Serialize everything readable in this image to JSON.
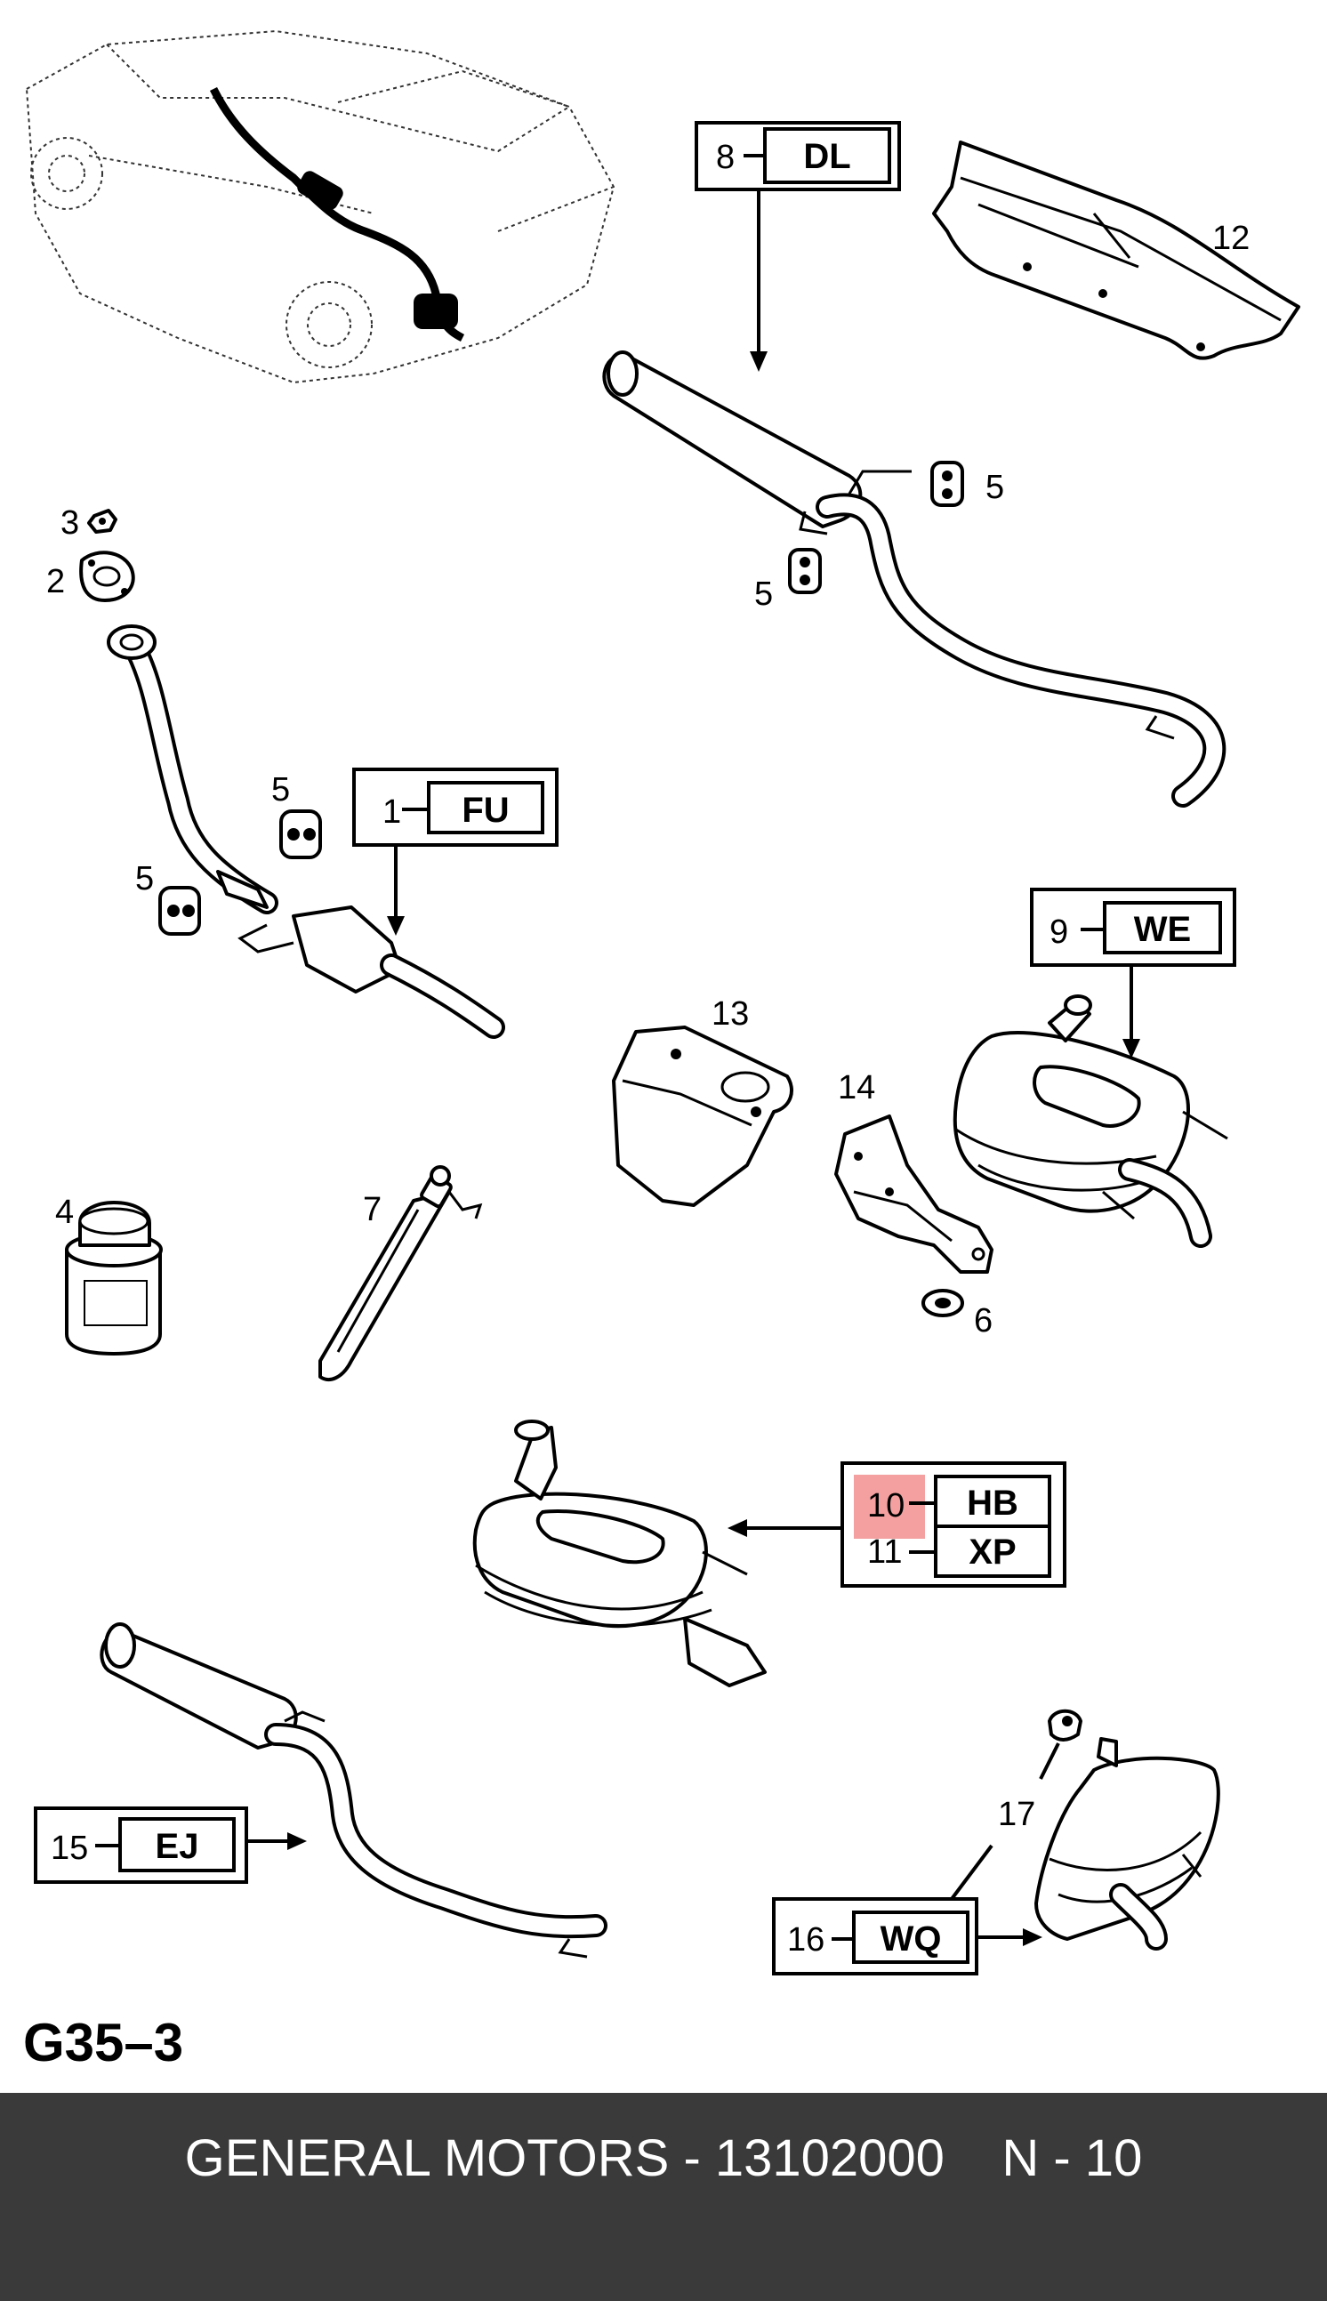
{
  "page_code": "G35–3",
  "footer": {
    "text": "GENERAL MOTORS - 13102000    N - 10"
  },
  "callouts": {
    "c1": {
      "num": "1",
      "code": "FU"
    },
    "c8": {
      "num": "8",
      "code": "DL"
    },
    "c9": {
      "num": "9",
      "code": "WE"
    },
    "c10": {
      "num": "10",
      "code": "HB"
    },
    "c11": {
      "num": "11",
      "code": "XP"
    },
    "c15": {
      "num": "15",
      "code": "EJ"
    },
    "c16": {
      "num": "16",
      "code": "WQ"
    }
  },
  "labels": {
    "n2": "2",
    "n3": "3",
    "n4": "4",
    "n5a": "5",
    "n5b": "5",
    "n5c": "5",
    "n5d": "5",
    "n6": "6",
    "n7": "7",
    "n12": "12",
    "n13": "13",
    "n14": "14",
    "n17": "17"
  },
  "colors": {
    "highlight": "#f08080",
    "footer_bg": "#3a3a3a"
  }
}
